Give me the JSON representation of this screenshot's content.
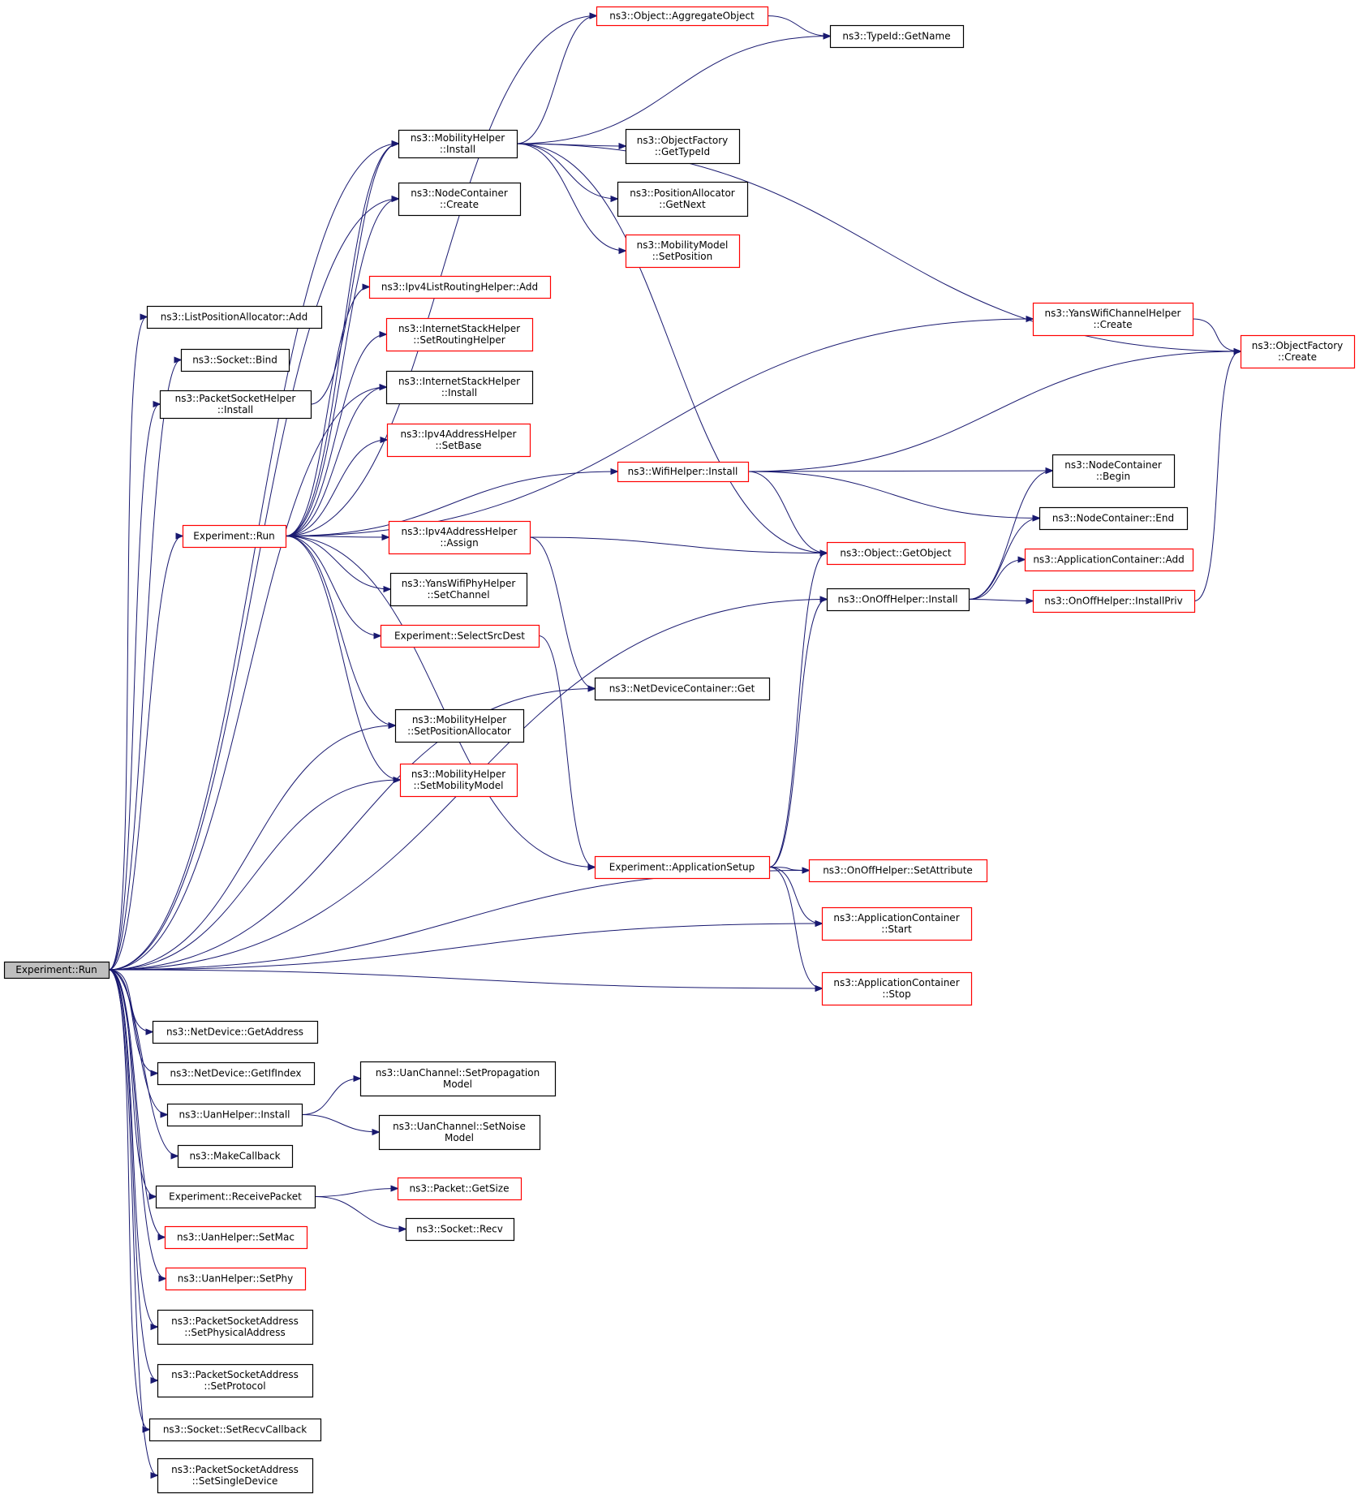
{
  "graph": {
    "type": "call-graph",
    "colors": {
      "edge": "#191970",
      "border_documented": "#000000",
      "border_undocumented": "#ff0000",
      "root_fill": "#bfbfbf",
      "node_fill": "#ffffff"
    },
    "nodes": [
      {
        "id": "run",
        "lines": [
          "Experiment::Run"
        ],
        "color": "black",
        "root": true
      },
      {
        "id": "expRun2",
        "lines": [
          "Experiment::Run"
        ],
        "color": "red"
      },
      {
        "id": "lpaAdd",
        "lines": [
          "ns3::ListPositionAllocator::Add"
        ],
        "color": "black"
      },
      {
        "id": "sockBind",
        "lines": [
          "ns3::Socket::Bind"
        ],
        "color": "black"
      },
      {
        "id": "pshInstall",
        "lines": [
          "ns3::PacketSocketHelper",
          "::Install"
        ],
        "color": "black"
      },
      {
        "id": "aggObj",
        "lines": [
          "ns3::Object::AggregateObject"
        ],
        "color": "red"
      },
      {
        "id": "typeIdName",
        "lines": [
          "ns3::TypeId::GetName"
        ],
        "color": "black"
      },
      {
        "id": "mhInstall",
        "lines": [
          "ns3::MobilityHelper",
          "::Install"
        ],
        "color": "black"
      },
      {
        "id": "ofGetTypeId",
        "lines": [
          "ns3::ObjectFactory",
          "::GetTypeId"
        ],
        "color": "black"
      },
      {
        "id": "ncCreate",
        "lines": [
          "ns3::NodeContainer",
          "::Create"
        ],
        "color": "black"
      },
      {
        "id": "paGetNext",
        "lines": [
          "ns3::PositionAllocator",
          "::GetNext"
        ],
        "color": "black"
      },
      {
        "id": "mmSetPos",
        "lines": [
          "ns3::MobilityModel",
          "::SetPosition"
        ],
        "color": "red"
      },
      {
        "id": "ipv4LrhAdd",
        "lines": [
          "ns3::Ipv4ListRoutingHelper::Add"
        ],
        "color": "red"
      },
      {
        "id": "ishSetRouting",
        "lines": [
          "ns3::InternetStackHelper",
          "::SetRoutingHelper"
        ],
        "color": "red"
      },
      {
        "id": "ishInstall",
        "lines": [
          "ns3::InternetStackHelper",
          "::Install"
        ],
        "color": "black"
      },
      {
        "id": "ipv4AhSetBase",
        "lines": [
          "ns3::Ipv4AddressHelper",
          "::SetBase"
        ],
        "color": "red"
      },
      {
        "id": "ywchCreate",
        "lines": [
          "ns3::YansWifiChannelHelper",
          "::Create"
        ],
        "color": "red"
      },
      {
        "id": "ofCreate",
        "lines": [
          "ns3::ObjectFactory",
          "::Create"
        ],
        "color": "red"
      },
      {
        "id": "wifiInstall",
        "lines": [
          "ns3::WifiHelper::Install"
        ],
        "color": "red"
      },
      {
        "id": "ncBegin",
        "lines": [
          "ns3::NodeContainer",
          "::Begin"
        ],
        "color": "black"
      },
      {
        "id": "ncEnd",
        "lines": [
          "ns3::NodeContainer::End"
        ],
        "color": "black"
      },
      {
        "id": "ipv4AhAssign",
        "lines": [
          "ns3::Ipv4AddressHelper",
          "::Assign"
        ],
        "color": "red"
      },
      {
        "id": "objGetObject",
        "lines": [
          "ns3::Object::GetObject"
        ],
        "color": "red"
      },
      {
        "id": "acAdd",
        "lines": [
          "ns3::ApplicationContainer::Add"
        ],
        "color": "red"
      },
      {
        "id": "ywphSetChannel",
        "lines": [
          "ns3::YansWifiPhyHelper",
          "::SetChannel"
        ],
        "color": "black"
      },
      {
        "id": "oohInstall",
        "lines": [
          "ns3::OnOffHelper::Install"
        ],
        "color": "black"
      },
      {
        "id": "oohInstallPriv",
        "lines": [
          "ns3::OnOffHelper::InstallPriv"
        ],
        "color": "red"
      },
      {
        "id": "selectSrcDest",
        "lines": [
          "Experiment::SelectSrcDest"
        ],
        "color": "red"
      },
      {
        "id": "ndcGet",
        "lines": [
          "ns3::NetDeviceContainer::Get"
        ],
        "color": "black"
      },
      {
        "id": "mhSetPosAlloc",
        "lines": [
          "ns3::MobilityHelper",
          "::SetPositionAllocator"
        ],
        "color": "black"
      },
      {
        "id": "mhSetMobModel",
        "lines": [
          "ns3::MobilityHelper",
          "::SetMobilityModel"
        ],
        "color": "red"
      },
      {
        "id": "appSetup",
        "lines": [
          "Experiment::ApplicationSetup"
        ],
        "color": "red"
      },
      {
        "id": "oohSetAttr",
        "lines": [
          "ns3::OnOffHelper::SetAttribute"
        ],
        "color": "red"
      },
      {
        "id": "acStart",
        "lines": [
          "ns3::ApplicationContainer",
          "::Start"
        ],
        "color": "red"
      },
      {
        "id": "acStop",
        "lines": [
          "ns3::ApplicationContainer",
          "::Stop"
        ],
        "color": "red"
      },
      {
        "id": "ndGetAddress",
        "lines": [
          "ns3::NetDevice::GetAddress"
        ],
        "color": "black"
      },
      {
        "id": "ndGetIfIndex",
        "lines": [
          "ns3::NetDevice::GetIfIndex"
        ],
        "color": "black"
      },
      {
        "id": "ucSetProp",
        "lines": [
          "ns3::UanChannel::SetPropagation",
          "Model"
        ],
        "color": "black"
      },
      {
        "id": "uhInstall",
        "lines": [
          "ns3::UanHelper::Install"
        ],
        "color": "black"
      },
      {
        "id": "ucSetNoise",
        "lines": [
          "ns3::UanChannel::SetNoise",
          "Model"
        ],
        "color": "black"
      },
      {
        "id": "makeCallback",
        "lines": [
          "ns3::MakeCallback"
        ],
        "color": "black"
      },
      {
        "id": "recvPacket",
        "lines": [
          "Experiment::ReceivePacket"
        ],
        "color": "black"
      },
      {
        "id": "pktGetSize",
        "lines": [
          "ns3::Packet::GetSize"
        ],
        "color": "red"
      },
      {
        "id": "sockRecv",
        "lines": [
          "ns3::Socket::Recv"
        ],
        "color": "black"
      },
      {
        "id": "uhSetMac",
        "lines": [
          "ns3::UanHelper::SetMac"
        ],
        "color": "red"
      },
      {
        "id": "uhSetPhy",
        "lines": [
          "ns3::UanHelper::SetPhy"
        ],
        "color": "red"
      },
      {
        "id": "psaSetPhys",
        "lines": [
          "ns3::PacketSocketAddress",
          "::SetPhysicalAddress"
        ],
        "color": "black"
      },
      {
        "id": "psaSetProto",
        "lines": [
          "ns3::PacketSocketAddress",
          "::SetProtocol"
        ],
        "color": "black"
      },
      {
        "id": "sockSetRecvCb",
        "lines": [
          "ns3::Socket::SetRecvCallback"
        ],
        "color": "black"
      },
      {
        "id": "psaSetSingle",
        "lines": [
          "ns3::PacketSocketAddress",
          "::SetSingleDevice"
        ],
        "color": "black"
      }
    ],
    "edges": [
      [
        "run",
        "lpaAdd"
      ],
      [
        "run",
        "sockBind"
      ],
      [
        "run",
        "pshInstall"
      ],
      [
        "run",
        "mhInstall"
      ],
      [
        "run",
        "ncCreate"
      ],
      [
        "run",
        "ishInstall"
      ],
      [
        "run",
        "expRun2"
      ],
      [
        "run",
        "mhSetPosAlloc"
      ],
      [
        "run",
        "mhSetMobModel"
      ],
      [
        "run",
        "ndcGet"
      ],
      [
        "run",
        "oohInstall"
      ],
      [
        "run",
        "oohSetAttr"
      ],
      [
        "run",
        "acStart"
      ],
      [
        "run",
        "acStop"
      ],
      [
        "run",
        "ndGetAddress"
      ],
      [
        "run",
        "ndGetIfIndex"
      ],
      [
        "run",
        "uhInstall"
      ],
      [
        "run",
        "makeCallback"
      ],
      [
        "run",
        "recvPacket"
      ],
      [
        "run",
        "uhSetMac"
      ],
      [
        "run",
        "uhSetPhy"
      ],
      [
        "run",
        "psaSetPhys"
      ],
      [
        "run",
        "psaSetProto"
      ],
      [
        "run",
        "sockSetRecvCb"
      ],
      [
        "run",
        "psaSetSingle"
      ],
      [
        "pshInstall",
        "mhInstall"
      ],
      [
        "expRun2",
        "aggObj"
      ],
      [
        "expRun2",
        "mhInstall"
      ],
      [
        "expRun2",
        "ncCreate"
      ],
      [
        "expRun2",
        "ipv4LrhAdd"
      ],
      [
        "expRun2",
        "ishSetRouting"
      ],
      [
        "expRun2",
        "ishInstall"
      ],
      [
        "expRun2",
        "ipv4AhSetBase"
      ],
      [
        "expRun2",
        "ywchCreate"
      ],
      [
        "expRun2",
        "wifiInstall"
      ],
      [
        "expRun2",
        "ipv4AhAssign"
      ],
      [
        "expRun2",
        "ywphSetChannel"
      ],
      [
        "expRun2",
        "selectSrcDest"
      ],
      [
        "expRun2",
        "mhSetPosAlloc"
      ],
      [
        "expRun2",
        "mhSetMobModel"
      ],
      [
        "expRun2",
        "appSetup"
      ],
      [
        "mhInstall",
        "aggObj"
      ],
      [
        "mhInstall",
        "typeIdName"
      ],
      [
        "mhInstall",
        "ofGetTypeId"
      ],
      [
        "mhInstall",
        "paGetNext"
      ],
      [
        "mhInstall",
        "mmSetPos"
      ],
      [
        "mhInstall",
        "ofCreate"
      ],
      [
        "mhInstall",
        "objGetObject"
      ],
      [
        "aggObj",
        "typeIdName"
      ],
      [
        "ywchCreate",
        "ofCreate"
      ],
      [
        "wifiInstall",
        "ofCreate"
      ],
      [
        "wifiInstall",
        "ncBegin"
      ],
      [
        "wifiInstall",
        "ncEnd"
      ],
      [
        "wifiInstall",
        "objGetObject"
      ],
      [
        "ipv4AhAssign",
        "objGetObject"
      ],
      [
        "ipv4AhAssign",
        "ndcGet"
      ],
      [
        "selectSrcDest",
        "appSetup"
      ],
      [
        "appSetup",
        "objGetObject"
      ],
      [
        "appSetup",
        "oohInstall"
      ],
      [
        "appSetup",
        "oohSetAttr"
      ],
      [
        "appSetup",
        "acStart"
      ],
      [
        "appSetup",
        "acStop"
      ],
      [
        "oohInstall",
        "ncBegin"
      ],
      [
        "oohInstall",
        "ncEnd"
      ],
      [
        "oohInstall",
        "acAdd"
      ],
      [
        "oohInstall",
        "oohInstallPriv"
      ],
      [
        "oohInstallPriv",
        "ofCreate"
      ],
      [
        "uhInstall",
        "ucSetProp"
      ],
      [
        "uhInstall",
        "ucSetNoise"
      ],
      [
        "recvPacket",
        "pktGetSize"
      ],
      [
        "recvPacket",
        "sockRecv"
      ]
    ]
  }
}
